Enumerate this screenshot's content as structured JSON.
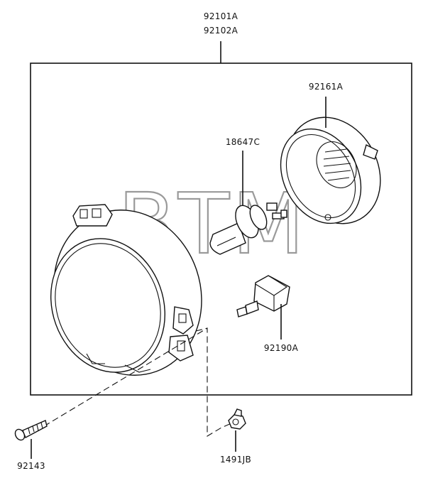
{
  "labels": {
    "housing_line1": "92101A",
    "housing_line2": "92102A",
    "bulb_cover": "92161A",
    "bulb": "18647C",
    "socket": "92190A",
    "screw": "92143",
    "clip": "1491JB"
  },
  "watermark": "BTM"
}
